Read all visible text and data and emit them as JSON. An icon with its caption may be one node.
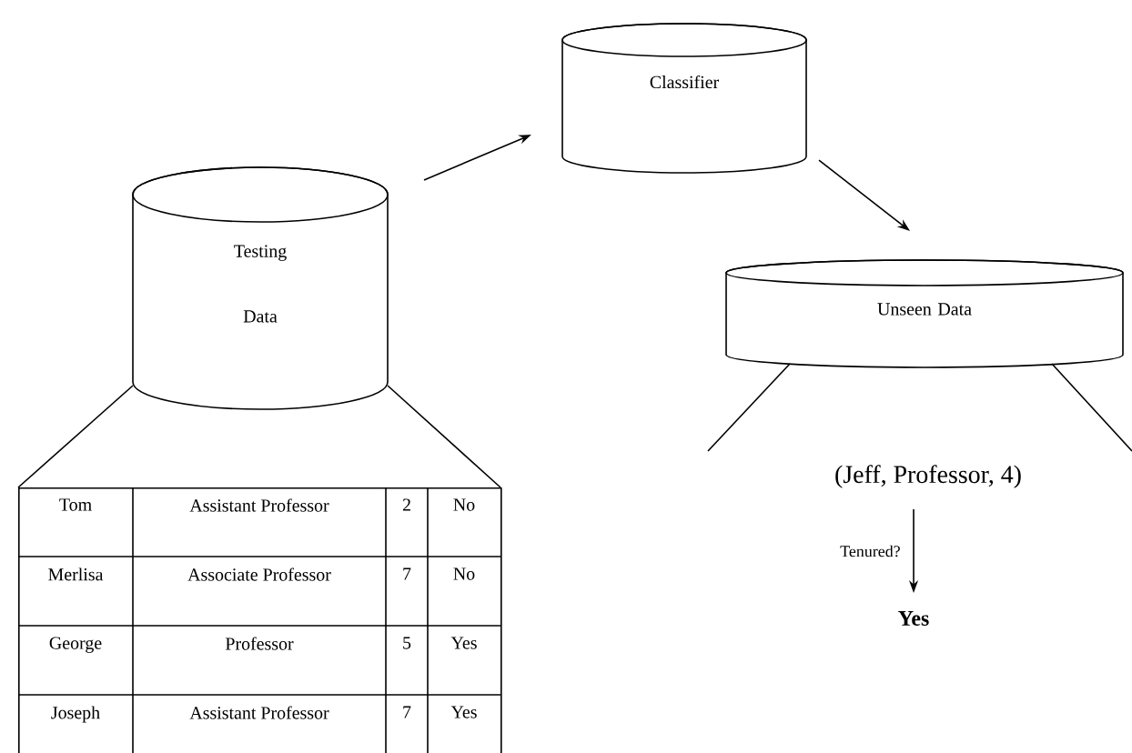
{
  "diagram": {
    "nodes": [
      {
        "text": [
          "Testing Data"
        ]
      },
      {
        "text": [
          "Classifier"
        ]
      },
      {
        "text": [
          "Unseen Data"
        ]
      },
      {
        "text": [],
        "shape": "box"
      },
      {
        "text": [
          "(Jeff, Professor, 4)"
        ]
      },
      {
        "text": [
          "Yes"
        ]
      }
    ],
    "edges": [
      {
        "from": 0,
        "to": 1,
        "arrow": "to"
      },
      {
        "from": 1,
        "to": 2,
        "arrow": "to"
      },
      {
        "from": 0,
        "to": 3,
        "arrow": "none"
      },
      {
        "from": 0,
        "to": 3,
        "arrow": "none"
      },
      {
        "from": 2,
        "to": null,
        "arrow": "none"
      },
      {
        "from": 2,
        "to": null,
        "arrow": "none"
      },
      {
        "from": 4,
        "to": 5,
        "arrow": "to",
        "label": "Tenured?"
      }
    ],
    "labels": [
      "Tom",
      "Assistant Professor",
      "2",
      "No",
      "Merlisa",
      "Associate Professor",
      "7",
      "No",
      "George",
      "Professor",
      "5",
      "Yes",
      "Joseph",
      "Assistant Professor",
      "7",
      "Yes"
    ]
  }
}
